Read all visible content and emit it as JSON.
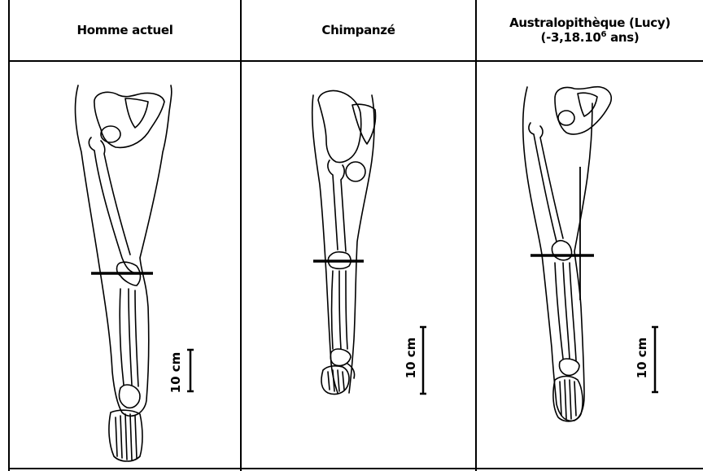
{
  "columns": [
    {
      "title": "Homme actuel"
    },
    {
      "title": "Chimpanzé"
    },
    {
      "title_main": "Australopithèque (Lucy)",
      "title_sub_prefix": "(-3,18.10",
      "title_sub_exp": "6",
      "title_sub_suffix": " ans)"
    }
  ],
  "scale_label": "10 cm",
  "colors": {
    "line": "#000000",
    "background": "#ffffff"
  }
}
